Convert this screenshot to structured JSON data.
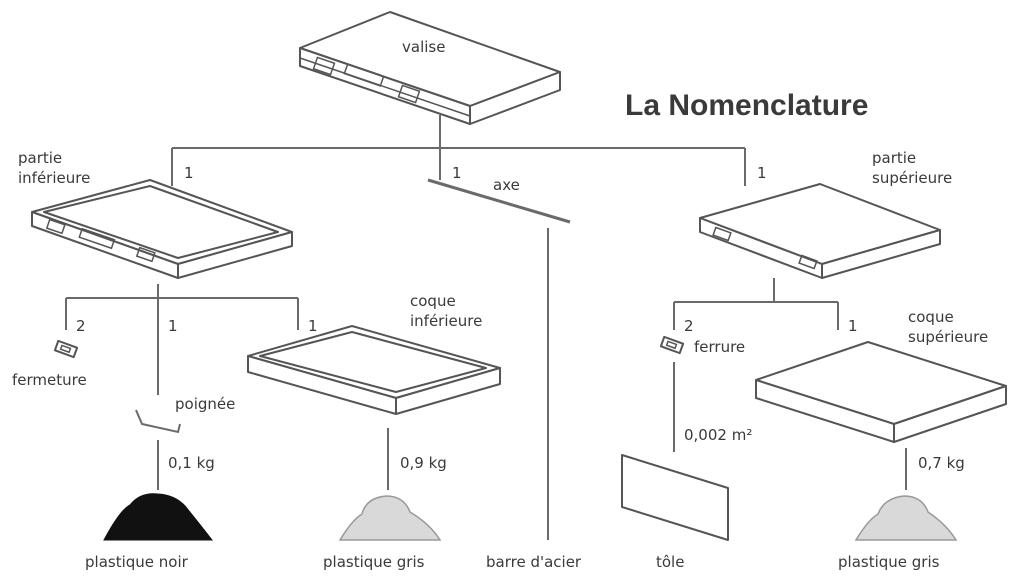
{
  "title": "La Nomenclature",
  "colors": {
    "title": "#e07a1f",
    "lines": "#6a6a6a",
    "black_material": "#111111",
    "grey_material": "#d9d9d9"
  },
  "nodes": {
    "root": "valise",
    "lower_part": "partie inférieure",
    "axis": "axe",
    "upper_part": "partie supérieure",
    "clasp": "fermeture",
    "handle": "poignée",
    "lower_shell": "coque inférieure",
    "fitting": "ferrure",
    "upper_shell": "coque supérieure"
  },
  "quantities": {
    "lower_part": "1",
    "axis": "1",
    "upper_part": "1",
    "clasp": "2",
    "handle": "1",
    "lower_shell": "1",
    "fitting": "2",
    "upper_shell": "1"
  },
  "amounts": {
    "handle": "0,1 kg",
    "lower_shell": "0,9 kg",
    "fitting": "0,002 m²",
    "upper_shell": "0,7 kg"
  },
  "materials": {
    "handle": "plastique noir",
    "lower_shell": "plastique gris",
    "axis": "barre d'acier",
    "fitting": "tôle",
    "upper_shell": "plastique gris"
  }
}
